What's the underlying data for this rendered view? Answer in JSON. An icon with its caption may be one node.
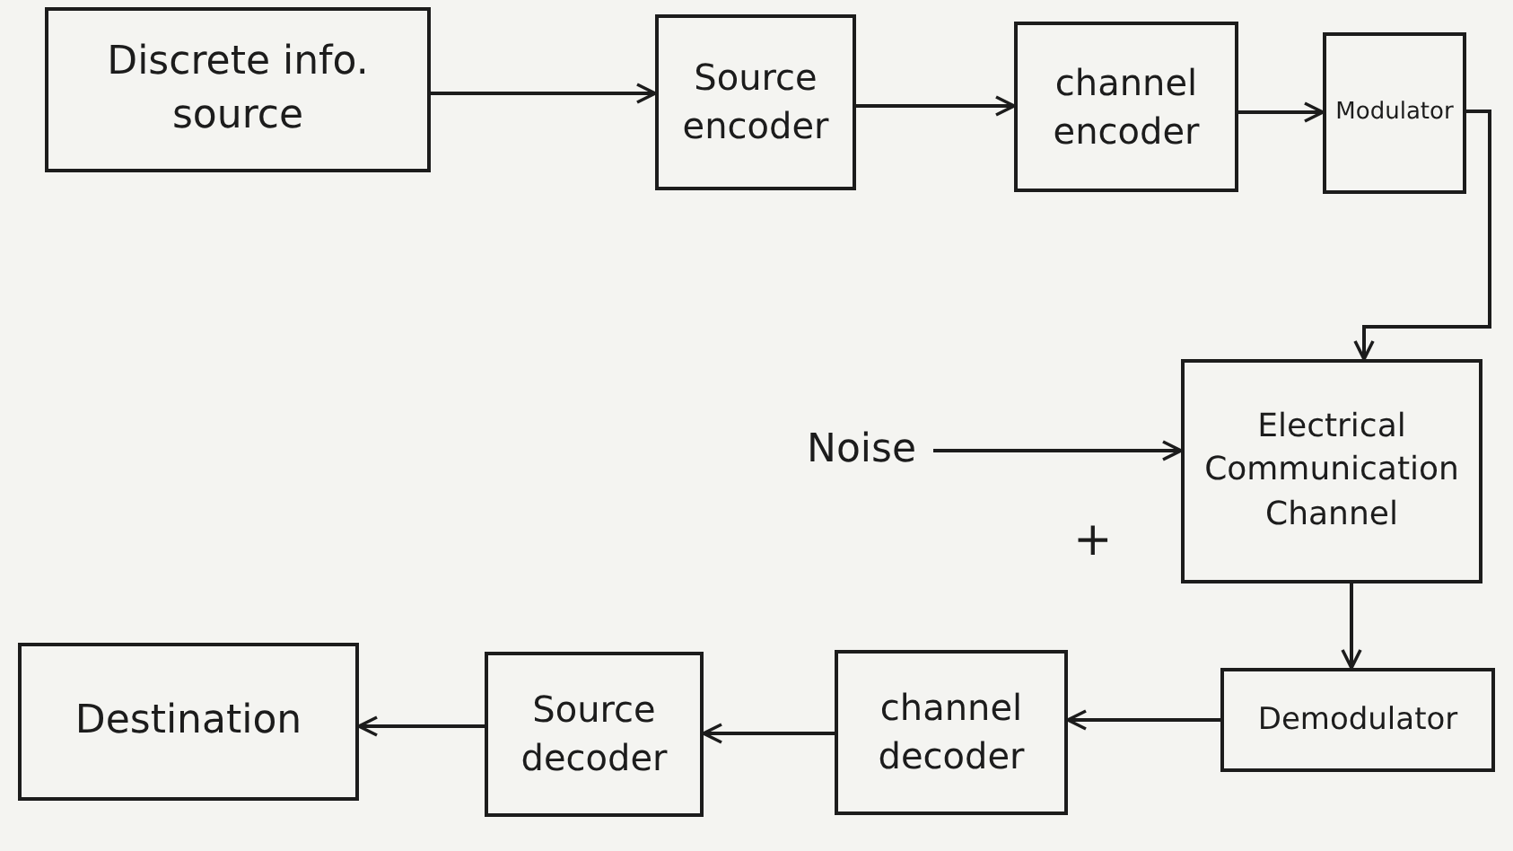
{
  "diagram": {
    "nodes": [
      {
        "text": [
          "Discrete info. source"
        ]
      },
      {
        "text": [
          "Source encoder"
        ]
      },
      {
        "text": [
          "channel encoder"
        ]
      },
      {
        "text": [
          "Modulator"
        ]
      },
      {
        "text": [
          "Electrical Communication Channel"
        ]
      },
      {
        "text": [
          "Noise"
        ]
      },
      {
        "text": [
          "Demodulator"
        ]
      },
      {
        "text": [
          "channel decoder"
        ]
      },
      {
        "text": [
          "Source decoder"
        ]
      },
      {
        "text": [
          "Destination"
        ]
      }
    ],
    "edges": [
      {
        "from": 0,
        "to": 1,
        "arrow": "to"
      },
      {
        "from": 1,
        "to": 2,
        "arrow": "to"
      },
      {
        "from": 2,
        "to": 3,
        "arrow": "to"
      },
      {
        "from": 3,
        "to": 4,
        "arrow": "to"
      },
      {
        "from": 5,
        "to": 4,
        "arrow": "to"
      },
      {
        "from": 4,
        "to": 6,
        "arrow": "to"
      },
      {
        "from": 6,
        "to": 7,
        "arrow": "to"
      },
      {
        "from": 7,
        "to": 8,
        "arrow": "to"
      },
      {
        "from": 8,
        "to": 9,
        "arrow": "to"
      }
    ],
    "labels": [
      "+"
    ]
  }
}
